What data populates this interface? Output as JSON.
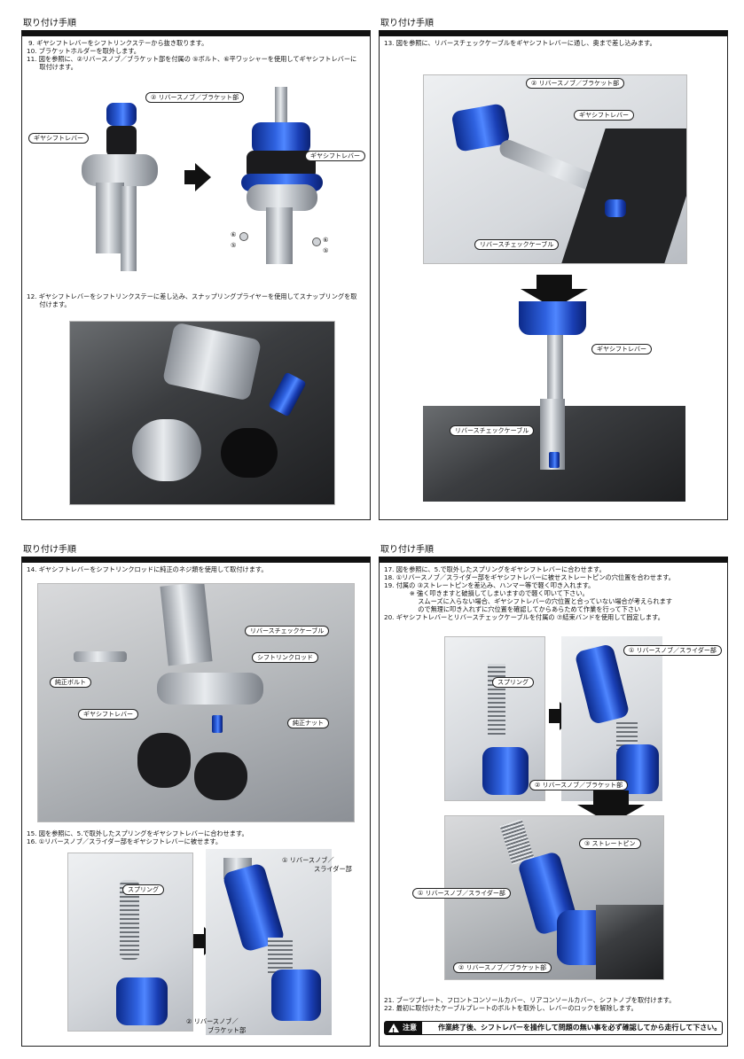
{
  "panels": {
    "tl": {
      "title": "取り付け手順",
      "steps": [
        "9. ギヤシフトレバーをシフトリンクステーから抜き取ります。",
        "10. ブラケットホルダーを取外します。",
        "11. 図を参照に、②リバースノブ／ブラケット部を付属の ⑤ボルト、⑥平ワッシャーを使用してギヤシフトレバーに",
        "　　取付けます。"
      ],
      "step12": [
        "12. ギヤシフトレバーをシフトリンクステーに差し込み、スナップリングプライヤーを使用してスナップリングを取",
        "　　付けます。"
      ],
      "callouts": {
        "bracket": "② リバースノブ／ブラケット部",
        "lever_left": "ギヤシフトレバー",
        "lever_right": "ギヤシフトレバー",
        "n5a": "⑤",
        "n6a": "⑥",
        "n5b": "⑤",
        "n6b": "⑥"
      }
    },
    "tr": {
      "title": "取り付け手順",
      "steps": [
        "13. 図を参照に、リバースチェックケーブルをギヤシフトレバーに通し、奥まで差し込みます。"
      ],
      "callouts": {
        "bracket": "② リバースノブ／ブラケット部",
        "lever1": "ギヤシフトレバー",
        "cable1": "リバースチェックケーブル",
        "lever2": "ギヤシフトレバー",
        "cable2": "リバースチェックケーブル"
      }
    },
    "bl": {
      "title": "取り付け手順",
      "steps": [
        "14. ギヤシフトレバーをシフトリンクロッドに純正のネジ類を使用して取付けます。"
      ],
      "steps2": [
        "15. 図を参照に、5.で取外したスプリングをギヤシフトレバーに合わせます。",
        "16. ①リバースノブ／スライダー部をギヤシフトレバーに被せます。"
      ],
      "callouts": {
        "cable": "リバースチェックケーブル",
        "rod": "シフトリンクロッド",
        "bolt": "純正ボルト",
        "lever": "ギヤシフトレバー",
        "nut": "純正ナット",
        "spring": "スプリング",
        "slider1": "① リバースノブ／",
        "slider2": "スライダー部",
        "bracket1": "② リバースノブ／",
        "bracket2": "ブラケット部"
      }
    },
    "br": {
      "title": "取り付け手順",
      "steps": [
        "17. 図を参照に、5.で取外したスプリングをギヤシフトレバーに合わせます。",
        "18. ①リバースノブ／スライダー部をギヤシフトレバーに被せストレートピンの穴位置を合わせます。",
        "19. 付属の ③ストレートピンを差込み、ハンマー等で軽く叩き入れます。",
        "　　　　※ 強く叩きますと破損してしまいますので軽く叩いて下さい。",
        "　　　　　 スムーズに入らない場合、ギヤシフトレバーの穴位置と合っていない場合が考えられます",
        "　　　　　 ので無理に叩き入れずに穴位置を確認してからあらためて作業を行って下さい",
        "20. ギヤシフトレバーとリバースチェックケーブルを付属の ⑦結束バンドを使用して固定します。"
      ],
      "steps2": [
        "21. ブーツプレート、フロントコンソールカバー、リアコンソールカバー、シフトノブを取付けます。",
        "22. 最初に取付けたケーブルプレートのボルトを取外し、レバーのロックを解除します。"
      ],
      "callouts": {
        "slider": "① リバースノブ／スライダー部",
        "spring": "スプリング",
        "bracket": "② リバースノブ／ブラケット部",
        "pin": "③ ストレートピン",
        "slider2": "① リバースノブ／スライダー部",
        "bracket2": "② リバースノブ／ブラケット部"
      },
      "warning_label": "注意",
      "warning_text": "作業終了後、シフトレバーを操作して問題の無い事を必ず確認してから走行して下さい。"
    }
  }
}
